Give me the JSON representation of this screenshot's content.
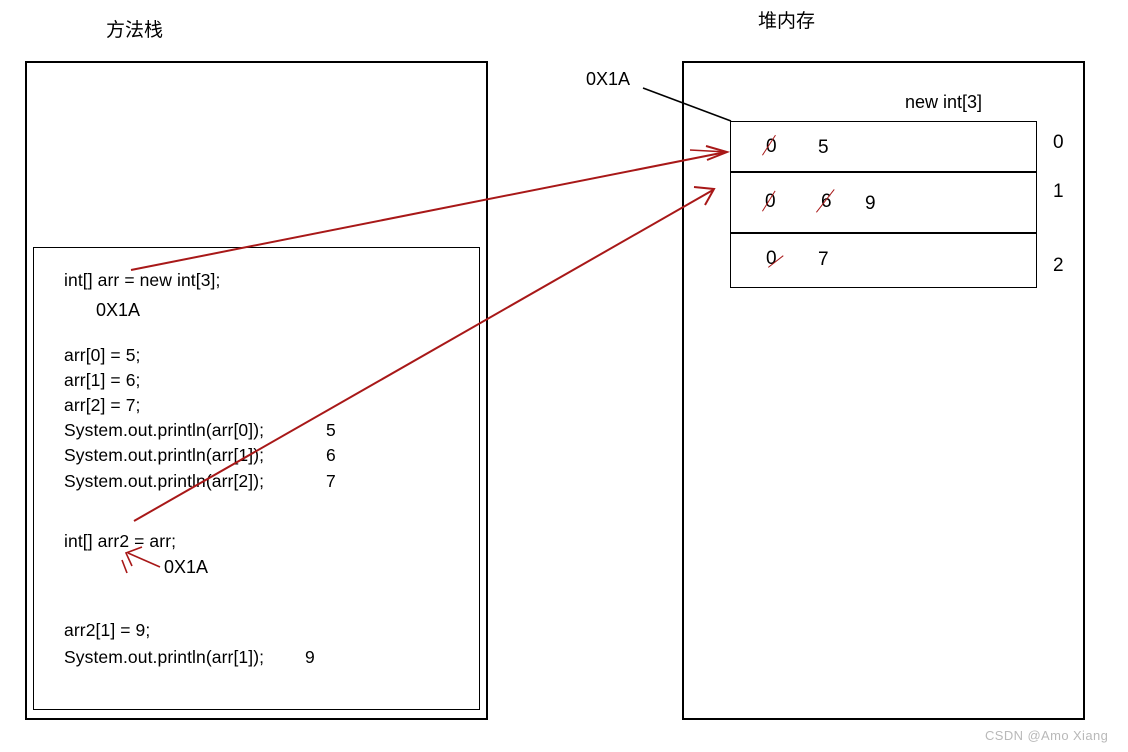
{
  "diagram": {
    "watermark": "CSDN @Amo Xiang",
    "stack": {
      "title": "方法栈",
      "frame": {
        "lines": [
          {
            "code": "int[] arr = new int[3];",
            "output": ""
          },
          {
            "code": "arr[0] = 5;",
            "output": ""
          },
          {
            "code": "arr[1] = 6;",
            "output": ""
          },
          {
            "code": "arr[2] = 7;",
            "output": ""
          },
          {
            "code": "System.out.println(arr[0]);",
            "output": "5"
          },
          {
            "code": "System.out.println(arr[1]);",
            "output": "6"
          },
          {
            "code": "System.out.println(arr[2]);",
            "output": "7"
          },
          {
            "code": "int[] arr2 = arr;",
            "output": ""
          },
          {
            "code": "arr2[1] = 9;",
            "output": ""
          },
          {
            "code": "System.out.println(arr[1]);",
            "output": "9"
          }
        ],
        "arr_address": "0X1A",
        "arr2_address": "0X1A"
      }
    },
    "heap": {
      "title": "堆内存",
      "address_label": "0X1A",
      "allocation_label": "new int[3]",
      "cells": [
        {
          "index": "0",
          "old_values": [
            "0"
          ],
          "current_value": "5"
        },
        {
          "index": "1",
          "old_values": [
            "0",
            "6"
          ],
          "current_value": "9"
        },
        {
          "index": "2",
          "old_values": [
            "0"
          ],
          "current_value": "7"
        }
      ]
    }
  }
}
